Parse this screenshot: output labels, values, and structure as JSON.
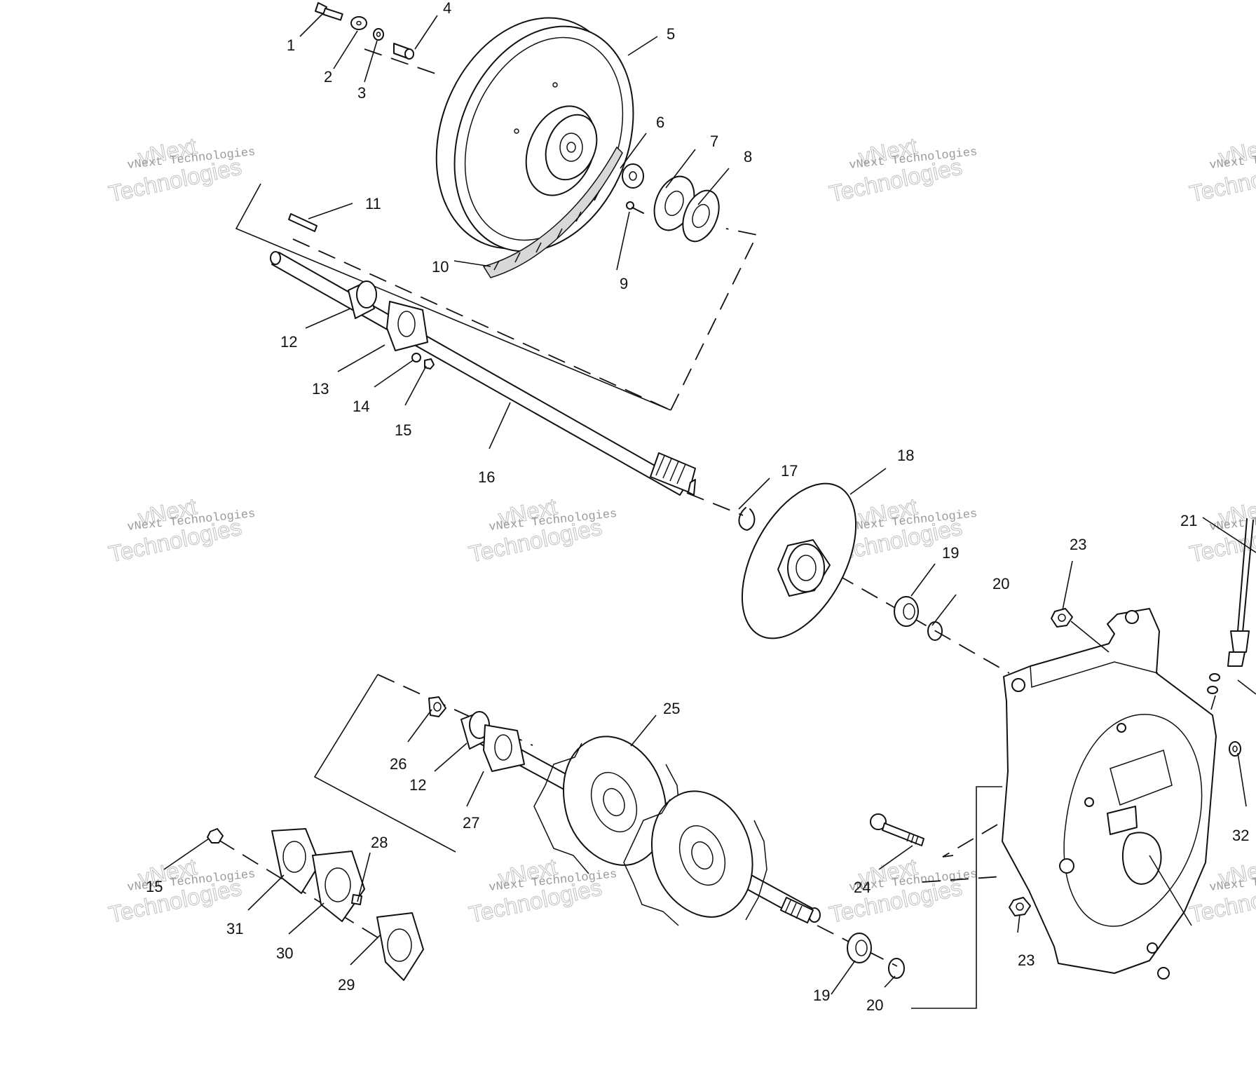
{
  "callouts": [
    "1",
    "2",
    "3",
    "4",
    "5",
    "6",
    "7",
    "8",
    "9",
    "10",
    "11",
    "12",
    "13",
    "14",
    "15",
    "16",
    "17",
    "18",
    "19",
    "20",
    "21",
    "23",
    "25",
    "26",
    "12",
    "27",
    "28",
    "15",
    "31",
    "30",
    "29",
    "24",
    "19",
    "20",
    "23",
    "32"
  ],
  "watermark": {
    "line1": "vNext Technologies",
    "line2": "Technologies",
    "line3": "vNext"
  }
}
